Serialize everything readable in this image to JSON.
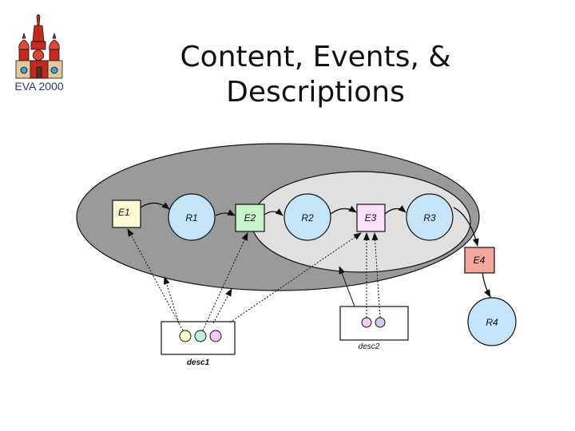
{
  "header": {
    "logo_text": "EVA 2000",
    "title_line1": "Content, Events, &",
    "title_line2": "Descriptions"
  },
  "diagram": {
    "nodes": {
      "E1": "E1",
      "R1": "R1",
      "E2": "E2",
      "R2": "R2",
      "E3": "E3",
      "R3": "R3",
      "E4": "E4",
      "R4": "R4"
    },
    "desc1": "desc1",
    "desc2": "desc2",
    "colors": {
      "outer_ellipse": "#9a9a9a",
      "inner_ellipse": "#e0e0e0",
      "relation_fill": "#c5e3f9",
      "E1_fill": "#fffbd6",
      "E2_fill": "#c8f2c9",
      "E3_fill": "#fde0fb",
      "E4_fill": "#f3a69b",
      "dot_yellow": "#fafac8",
      "dot_green": "#b8efe0",
      "dot_pink": "#f4c8f4",
      "dot_lavender": "#d8c8f0"
    }
  }
}
